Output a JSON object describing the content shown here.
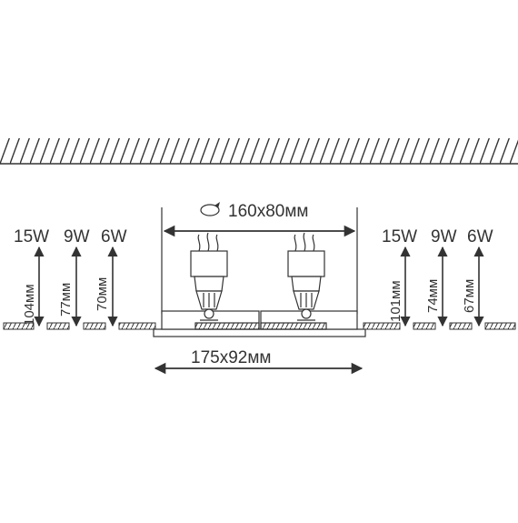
{
  "cutout_label": "160x80мм",
  "frame_label": "175x92мм",
  "left_group": {
    "wattages": [
      "15W",
      "9W",
      "6W"
    ],
    "depths": [
      "104мм",
      "77мм",
      "70мм"
    ]
  },
  "right_group": {
    "wattages": [
      "15W",
      "9W",
      "6W"
    ],
    "depths": [
      "101мм",
      "74мм",
      "67мм"
    ]
  },
  "colors": {
    "line": "#333333",
    "background": "#ffffff"
  },
  "icons": {
    "rotate": "rotate-arrow-icon"
  }
}
